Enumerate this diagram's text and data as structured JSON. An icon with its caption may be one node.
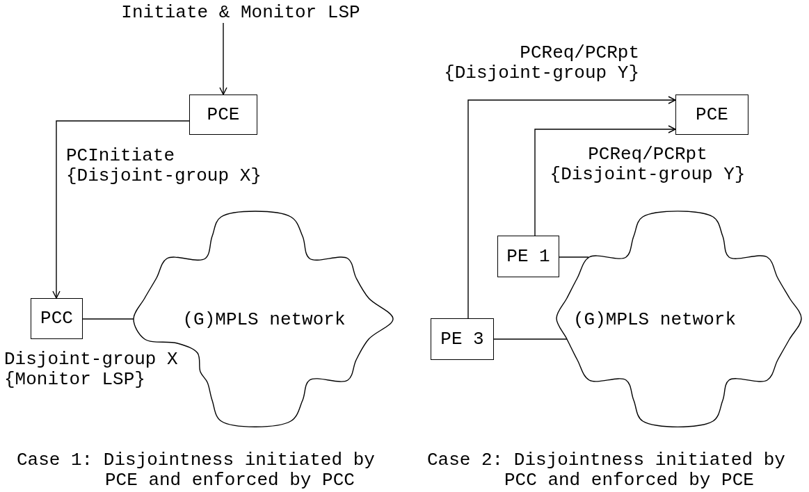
{
  "diagram": {
    "nodes": [
      {
        "text": [
          "Initiate & Monitor LSP"
        ]
      },
      {
        "text": [
          "PCE"
        ]
      },
      {
        "text": [
          "PCC"
        ]
      },
      {
        "text": [
          "(G)MPLS network"
        ]
      },
      {
        "text": [
          "PCE"
        ]
      },
      {
        "text": [
          "PE 1"
        ]
      },
      {
        "text": [
          "PE 3"
        ]
      },
      {
        "text": [
          "(G)MPLS network"
        ]
      }
    ],
    "edges": [
      {
        "from": 0,
        "to": 1,
        "arrow": "to"
      },
      {
        "from": 1,
        "to": 2,
        "arrow": "to",
        "label": "PCInitiate {Disjoint-group X}"
      },
      {
        "from": 2,
        "to": 3,
        "arrow": "none"
      },
      {
        "from": 6,
        "to": 4,
        "arrow": "to",
        "label": "PCReq/PCRpt {Disjoint-group Y}"
      },
      {
        "from": 5,
        "to": 4,
        "arrow": "to",
        "label": "PCReq/PCRpt {Disjoint-group Y}"
      },
      {
        "from": 5,
        "to": 7,
        "arrow": "none"
      },
      {
        "from": 6,
        "to": 7,
        "arrow": "none"
      }
    ],
    "labels": [
      "Disjoint-group X {Monitor LSP}",
      "Case 1: Disjointness initiated by PCE and enforced by PCC",
      "Case 2: Disjointness initiated by PCC and enforced by PCE"
    ]
  }
}
